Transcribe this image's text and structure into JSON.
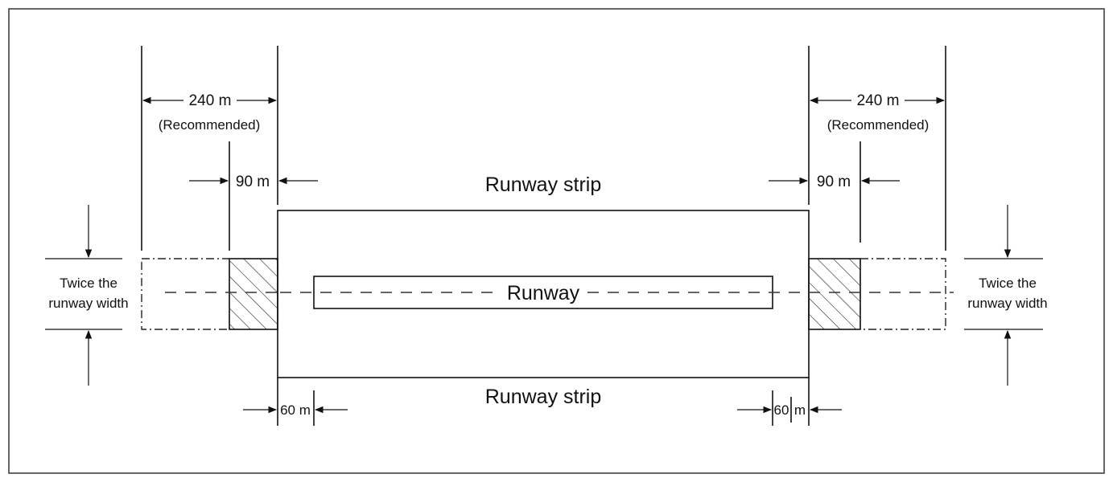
{
  "labels": {
    "runway_strip_top": "Runway strip",
    "runway_strip_bottom": "Runway strip",
    "runway": "Runway",
    "dim_240_left": "240 m",
    "dim_240_right": "240 m",
    "recommended_left": "(Recommended)",
    "recommended_right": "(Recommended)",
    "dim_90_left": "90 m",
    "dim_90_right": "90 m",
    "dim_60_left": "60 m",
    "dim_60_right_a": "60",
    "dim_60_right_b": "m",
    "twice_left_line1": "Twice the",
    "twice_left_line2": "runway width",
    "twice_right_line1": "Twice the",
    "twice_right_line2": "runway width"
  },
  "colors": {
    "line": "#111111",
    "background": "#ffffff",
    "border": "#333333"
  }
}
